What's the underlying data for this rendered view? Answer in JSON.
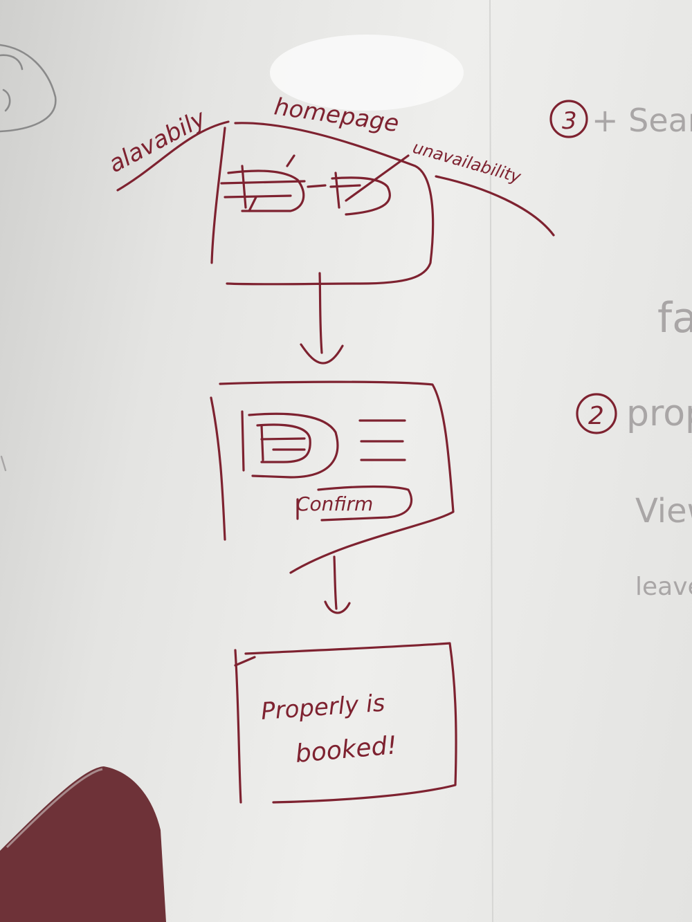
{
  "labels": {
    "availability": "alavabily",
    "homepage": "homepage",
    "unavailability": "unavailability",
    "confirm": "Confirm",
    "booked_line1": "Properly is",
    "booked_line2": "booked!"
  },
  "side_notes": {
    "n3_number": "3",
    "n3_text": "+ Sear",
    "fa": "fa",
    "n2_number": "2",
    "n2_text": "prop",
    "view": "View",
    "leave": "leave"
  },
  "colors": {
    "ink": "#7e2230",
    "faded": "#a9a6a6",
    "board": "#e8e8e6",
    "eraser": "#6e3238"
  }
}
